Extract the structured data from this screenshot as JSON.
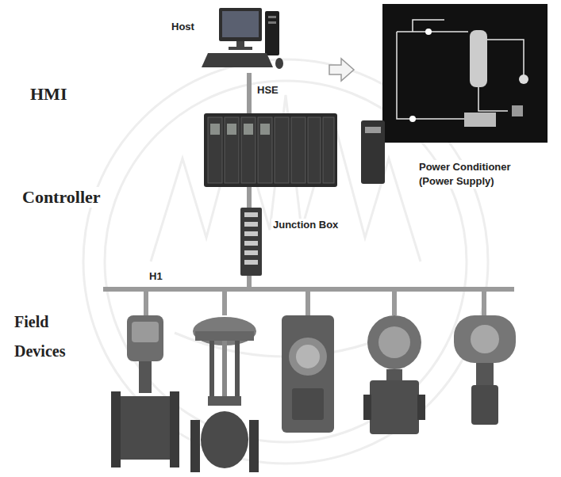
{
  "diagram": {
    "labels": [
      "HMI",
      "Host",
      "HSE",
      "Power Conditioner (Power Supply)",
      "Controller",
      "Junction Box",
      "H1",
      "Field Devices"
    ]
  }
}
